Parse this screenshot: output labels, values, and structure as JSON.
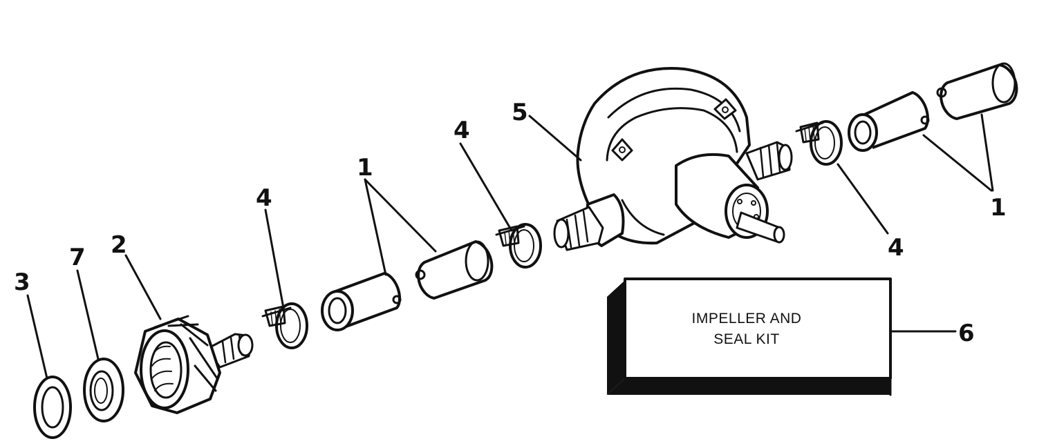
{
  "diagram": {
    "callouts": {
      "c1_left": "1",
      "c1_right": "1",
      "c2": "2",
      "c3": "3",
      "c4_a": "4",
      "c4_b": "4",
      "c4_c": "4",
      "c5": "5",
      "c6": "6",
      "c7": "7"
    },
    "kit_label": {
      "line1": "IMPELLER AND",
      "line2": "SEAL KIT"
    },
    "ink_color": "#111111",
    "paper_color": "#ffffff"
  }
}
